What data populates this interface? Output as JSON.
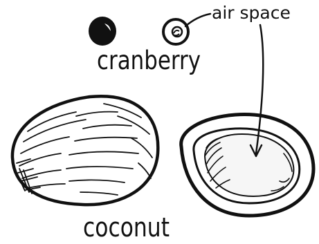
{
  "diagram": {
    "labels": {
      "air_space": "air space",
      "cranberry": "cranberry",
      "coconut": "coconut"
    },
    "ink_color": "#111111",
    "background_color": "#ffffff",
    "fill_pale": "#f6f6f6"
  }
}
